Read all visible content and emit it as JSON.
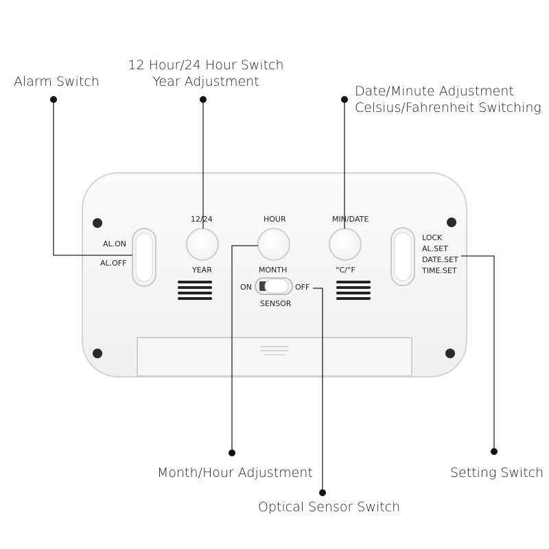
{
  "callouts": {
    "alarm_switch": "Alarm Switch",
    "hour_switch_line1": "12 Hour/24 Hour Switch",
    "hour_switch_line2": "Year Adjustment",
    "date_adjust_line1": "Date/Minute Adjustment",
    "date_adjust_line2": "Celsius/Fahrenheit Switching",
    "month_hour": "Month/Hour Adjustment",
    "optical_sensor": "Optical Sensor Switch",
    "setting_switch": "Setting Switch"
  },
  "device": {
    "alarm_on": "AL.ON",
    "alarm_off": "AL.OFF",
    "btn1_top": "12/24",
    "btn1_bottom": "YEAR",
    "btn2_top": "HOUR",
    "btn2_bottom": "MONTH",
    "btn3_top": "MIN/DATE",
    "btn3_bottom": "°C/°F",
    "sensor_on": "ON",
    "sensor_off": "OFF",
    "sensor_label": "SENSOR",
    "mode_lock": "LOCK",
    "mode_alset": "AL.SET",
    "mode_dateset": "DATE.SET",
    "mode_timeset": "TIME.SET"
  },
  "colors": {
    "body": "#ffffff",
    "body_edge": "#d8d8d8",
    "line": "#222222",
    "dot": "#111111"
  }
}
